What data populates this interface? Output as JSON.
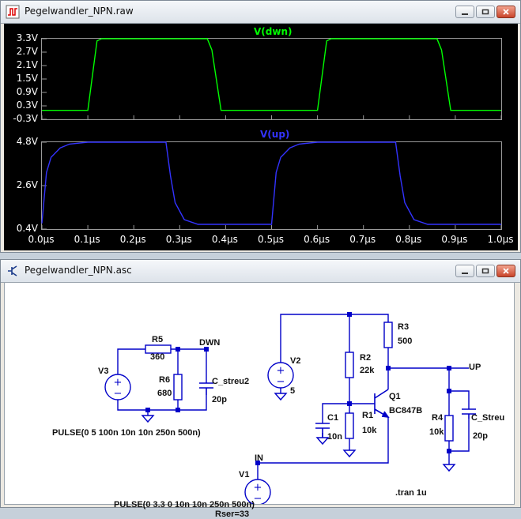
{
  "plot_window": {
    "title": "Pegelwandler_NPN.raw",
    "buttons": [
      "minimize",
      "restore",
      "close"
    ]
  },
  "schematic_window": {
    "title": "Pegelwandler_NPN.asc",
    "buttons": [
      "minimize",
      "restore",
      "close"
    ]
  },
  "chart_data": [
    {
      "type": "line",
      "title": "V(dwn)",
      "color": "#00ff00",
      "y_ticks": [
        "3.3V",
        "2.7V",
        "2.1V",
        "1.5V",
        "0.9V",
        "0.3V",
        "-0.3V"
      ],
      "ylim": [
        -0.3,
        3.3
      ],
      "x": [
        0.0,
        0.1,
        0.12,
        0.13,
        0.2,
        0.36,
        0.37,
        0.39,
        0.4,
        0.5,
        0.6,
        0.62,
        0.63,
        0.7,
        0.86,
        0.87,
        0.89,
        0.9,
        1.0
      ],
      "values": [
        0.1,
        0.1,
        3.2,
        3.3,
        3.3,
        3.3,
        2.8,
        0.1,
        0.1,
        0.1,
        0.1,
        3.2,
        3.3,
        3.3,
        3.3,
        2.8,
        0.1,
        0.1,
        0.1
      ]
    },
    {
      "type": "line",
      "title": "V(up)",
      "color": "#3333ff",
      "y_ticks": [
        "4.8V",
        "2.6V",
        "0.4V"
      ],
      "ylim": [
        0.2,
        4.8
      ],
      "x": [
        0.0,
        0.01,
        0.02,
        0.04,
        0.06,
        0.08,
        0.1,
        0.27,
        0.28,
        0.29,
        0.31,
        0.34,
        0.5,
        0.51,
        0.52,
        0.54,
        0.56,
        0.58,
        0.6,
        0.77,
        0.78,
        0.79,
        0.81,
        0.84,
        1.0
      ],
      "values": [
        0.5,
        3.2,
        4.0,
        4.5,
        4.7,
        4.75,
        4.8,
        4.8,
        3.0,
        1.6,
        0.7,
        0.45,
        0.45,
        3.2,
        4.0,
        4.5,
        4.7,
        4.75,
        4.8,
        4.8,
        3.0,
        1.6,
        0.7,
        0.45,
        0.45
      ]
    }
  ],
  "x_axis": {
    "ticks": [
      "0.0µs",
      "0.1µs",
      "0.2µs",
      "0.3µs",
      "0.4µs",
      "0.5µs",
      "0.6µs",
      "0.7µs",
      "0.8µs",
      "0.9µs",
      "1.0µs"
    ],
    "xlim": [
      0.0,
      1.0
    ]
  },
  "schematic": {
    "labels": {
      "r5_name": "R5",
      "r5_value": "360",
      "dwn_net": "DWN",
      "v3_name": "V3",
      "r6_name": "R6",
      "r6_value": "680",
      "c_streu2_name": "C_streu2",
      "c_streu2_value": "20p",
      "v3_pulse": "PULSE(0 5 100n 10n 10n 250n 500n)",
      "v2_name": "V2",
      "v2_value": "5",
      "r2_name": "R2",
      "r2_value": "22k",
      "r3_name": "R3",
      "r3_value": "500",
      "q1_name": "Q1",
      "q1_model": "BC847B",
      "c1_name": "C1",
      "c1_value": "10n",
      "r1_name": "R1",
      "r1_value": "10k",
      "up_net": "UP",
      "r4_name": "R4",
      "r4_value": "10k",
      "c_streu_name": "C_Streu",
      "c_streu_value": "20p",
      "in_net": "IN",
      "v1_name": "V1",
      "v1_pulse": "PULSE(0 3.3 0 10n 10n 250n 500n)",
      "v1_rser": "Rser=33",
      "tran": ".tran 1u"
    }
  }
}
